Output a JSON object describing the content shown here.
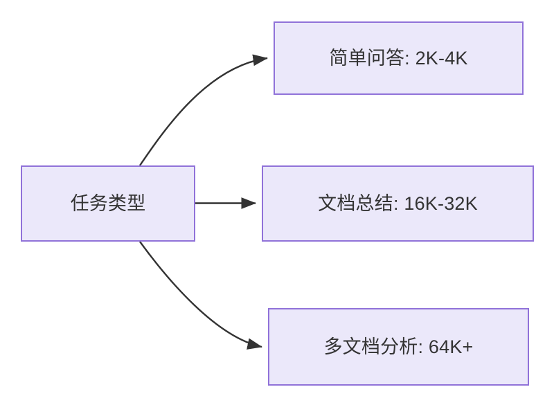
{
  "diagram": {
    "type": "flowchart",
    "direction": "left-to-right",
    "background_color": "#ffffff",
    "node_fill_color": "#ebe8fa",
    "node_border_color": "#9072d9",
    "node_text_color": "#333333",
    "edge_color": "#333333",
    "nodes": [
      {
        "id": "root",
        "label": "任务类型",
        "role": "source"
      },
      {
        "id": "simple_qa",
        "label": "简单问答: 2K-4K",
        "role": "target"
      },
      {
        "id": "doc_sum",
        "label": "文档总结: 16K-32K",
        "role": "target"
      },
      {
        "id": "multi_doc",
        "label": "多文档分析: 64K+",
        "role": "target"
      }
    ],
    "edges": [
      {
        "from": "root",
        "to": "simple_qa",
        "label": "",
        "style": "curved-arrow"
      },
      {
        "from": "root",
        "to": "doc_sum",
        "label": "",
        "style": "straight-arrow"
      },
      {
        "from": "root",
        "to": "multi_doc",
        "label": "",
        "style": "curved-arrow"
      }
    ]
  }
}
